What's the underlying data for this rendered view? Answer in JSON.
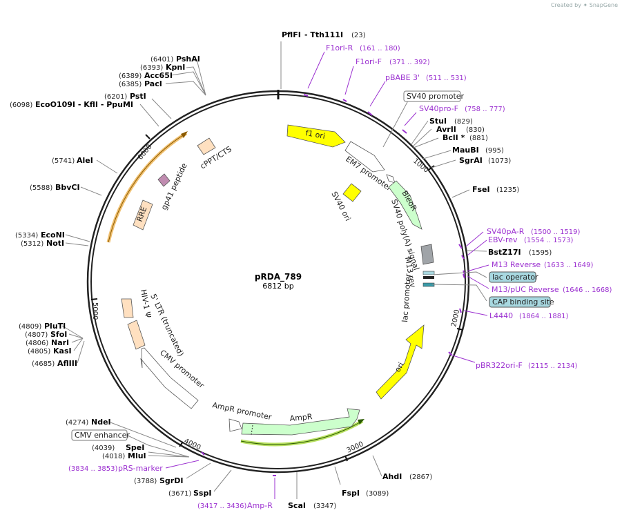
{
  "credit": "Created by ✦ SnapGene",
  "plasmid": {
    "name": "pRDA_789",
    "size": "6812 bp",
    "length": 6812
  },
  "ticks": [
    "1000",
    "2000",
    "3000",
    "4000",
    "5000",
    "6000"
  ],
  "sites": [
    {
      "name": "PflFI",
      "pos": "",
      "suffix": " - Tth111I",
      "pos2": "(23)"
    },
    {
      "name": "StuI",
      "pos": "(829)"
    },
    {
      "name": "AvrII",
      "pos": "(830)"
    },
    {
      "name": "BclI *",
      "pos": "(881)"
    },
    {
      "name": "MauBI",
      "pos": "(995)"
    },
    {
      "name": "SgrAI",
      "pos": "(1073)"
    },
    {
      "name": "FseI",
      "pos": "(1235)"
    },
    {
      "name": "BstZ17I",
      "pos": "(1595)"
    },
    {
      "name": "AhdI",
      "pos": "(2867)"
    },
    {
      "name": "FspI",
      "pos": "(3089)"
    },
    {
      "name": "ScaI",
      "pos": "(3347)"
    },
    {
      "name": "SspI",
      "pos": "(3671)"
    },
    {
      "name": "SgrDI",
      "pos": "(3788)"
    },
    {
      "name": "MluI",
      "pos": "(4018)"
    },
    {
      "name": "SpeI",
      "pos": "(4039)"
    },
    {
      "name": "NdeI",
      "pos": "(4274)"
    },
    {
      "name": "AflIII",
      "pos": "(4685)"
    },
    {
      "name": "KasI",
      "pos": "(4805)"
    },
    {
      "name": "NarI",
      "pos": "(4806)"
    },
    {
      "name": "SfoI",
      "pos": "(4807)"
    },
    {
      "name": "PluTI",
      "pos": "(4809)"
    },
    {
      "name": "NotI",
      "pos": "(5312)"
    },
    {
      "name": "EcoNI",
      "pos": "(5334)"
    },
    {
      "name": "BbvCI",
      "pos": "(5588)"
    },
    {
      "name": "AleI",
      "pos": "(5741)"
    },
    {
      "name": "EcoO109I - KflI - PpuMI",
      "pos": "(6098)"
    },
    {
      "name": "PstI",
      "pos": "(6201)"
    },
    {
      "name": "PacI",
      "pos": "(6385)"
    },
    {
      "name": "Acc65I",
      "pos": "(6389)"
    },
    {
      "name": "KpnI",
      "pos": "(6393)"
    },
    {
      "name": "PshAI",
      "pos": "(6401)"
    }
  ],
  "primers": [
    {
      "name": "F1ori-R",
      "pos": "(161 .. 180)"
    },
    {
      "name": "F1ori-F",
      "pos": "(371 .. 392)"
    },
    {
      "name": "pBABE 3'",
      "pos": "(511 .. 531)"
    },
    {
      "name": "SV40pro-F",
      "pos": "(758 .. 777)"
    },
    {
      "name": "SV40pA-R",
      "pos": "(1500 .. 1519)"
    },
    {
      "name": "EBV-rev",
      "pos": "(1554 .. 1573)"
    },
    {
      "name": "M13 Reverse",
      "pos": "(1633 .. 1649)"
    },
    {
      "name": "M13/pUC Reverse",
      "pos": "(1646 .. 1668)"
    },
    {
      "name": "L4440",
      "pos": "(1864 .. 1881)"
    },
    {
      "name": "pBR322ori-F",
      "pos": "(2115 .. 2134)"
    },
    {
      "name": "Amp-R",
      "pos": "(3417 .. 3436)"
    },
    {
      "name": "pRS-marker",
      "pos": "(3834 .. 3853)"
    }
  ],
  "boxed": [
    {
      "name": "SV40 promoter"
    },
    {
      "name": "lac operator"
    },
    {
      "name": "CAP binding site"
    },
    {
      "name": "CMV enhancer"
    }
  ],
  "features": [
    {
      "name": "f1 ori"
    },
    {
      "name": "EM7 promoter"
    },
    {
      "name": "BleoR"
    },
    {
      "name": "SV40 ori"
    },
    {
      "name": "SV40 poly(A) signal"
    },
    {
      "name": "M13 rev"
    },
    {
      "name": "lac promoter"
    },
    {
      "name": "ori"
    },
    {
      "name": "AmpR"
    },
    {
      "name": "AmpR promoter"
    },
    {
      "name": "CMV promoter"
    },
    {
      "name": "5' LTR (truncated)"
    },
    {
      "name": "HIV-1 Ψ"
    },
    {
      "name": "RRE"
    },
    {
      "name": "gp41 peptide"
    },
    {
      "name": "cPPT/CTS"
    }
  ],
  "colors": {
    "backbone": "#222222",
    "primer": "#9b30d0",
    "feature_yellow": "#ffff00",
    "feature_green": "#ccffcc",
    "feature_peach": "#ffe0c0",
    "feature_grey": "#a0a4a8",
    "feature_teal": "#a8d8e0",
    "feature_mauve": "#c08cb0",
    "highlight_orange": "#f0c070",
    "highlight_green": "#b8e060"
  }
}
